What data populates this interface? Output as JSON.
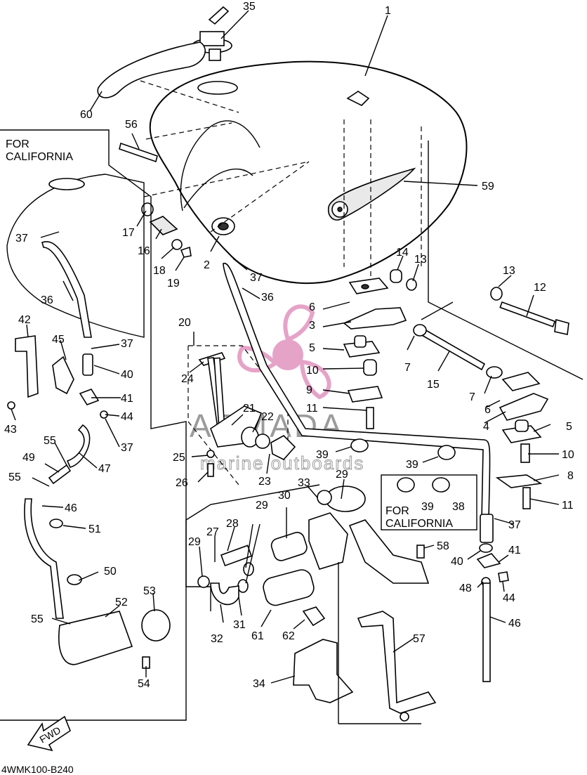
{
  "diagram": {
    "code": "4WMK100-B240",
    "fwd_label": "FWD",
    "insets": [
      {
        "line1": "FOR",
        "line2": "CALIFORNIA"
      },
      {
        "line1": "FOR",
        "line2": "CALIFORNIA"
      }
    ],
    "watermark": {
      "title": "ARMADA",
      "subtitle": "marine outboards",
      "accent_color": "#e6a3c8"
    },
    "callouts": [
      "1",
      "35",
      "60",
      "56",
      "59",
      "17",
      "16",
      "18",
      "19",
      "2",
      "37",
      "14",
      "13",
      "13",
      "12",
      "36",
      "6",
      "3",
      "5",
      "7",
      "15",
      "7",
      "6",
      "4",
      "5",
      "20",
      "24",
      "10",
      "9",
      "11",
      "10",
      "8",
      "11",
      "21",
      "22",
      "39",
      "39",
      "25",
      "26",
      "23",
      "33",
      "29",
      "30",
      "39",
      "38",
      "37",
      "28",
      "27",
      "29",
      "29",
      "58",
      "40",
      "41",
      "48",
      "44",
      "46",
      "32",
      "31",
      "61",
      "62",
      "57",
      "34",
      "37",
      "36",
      "42",
      "45",
      "37",
      "40",
      "41",
      "43",
      "44",
      "55",
      "37",
      "49",
      "47",
      "55",
      "46",
      "51",
      "50",
      "52",
      "53",
      "55",
      "54"
    ]
  }
}
